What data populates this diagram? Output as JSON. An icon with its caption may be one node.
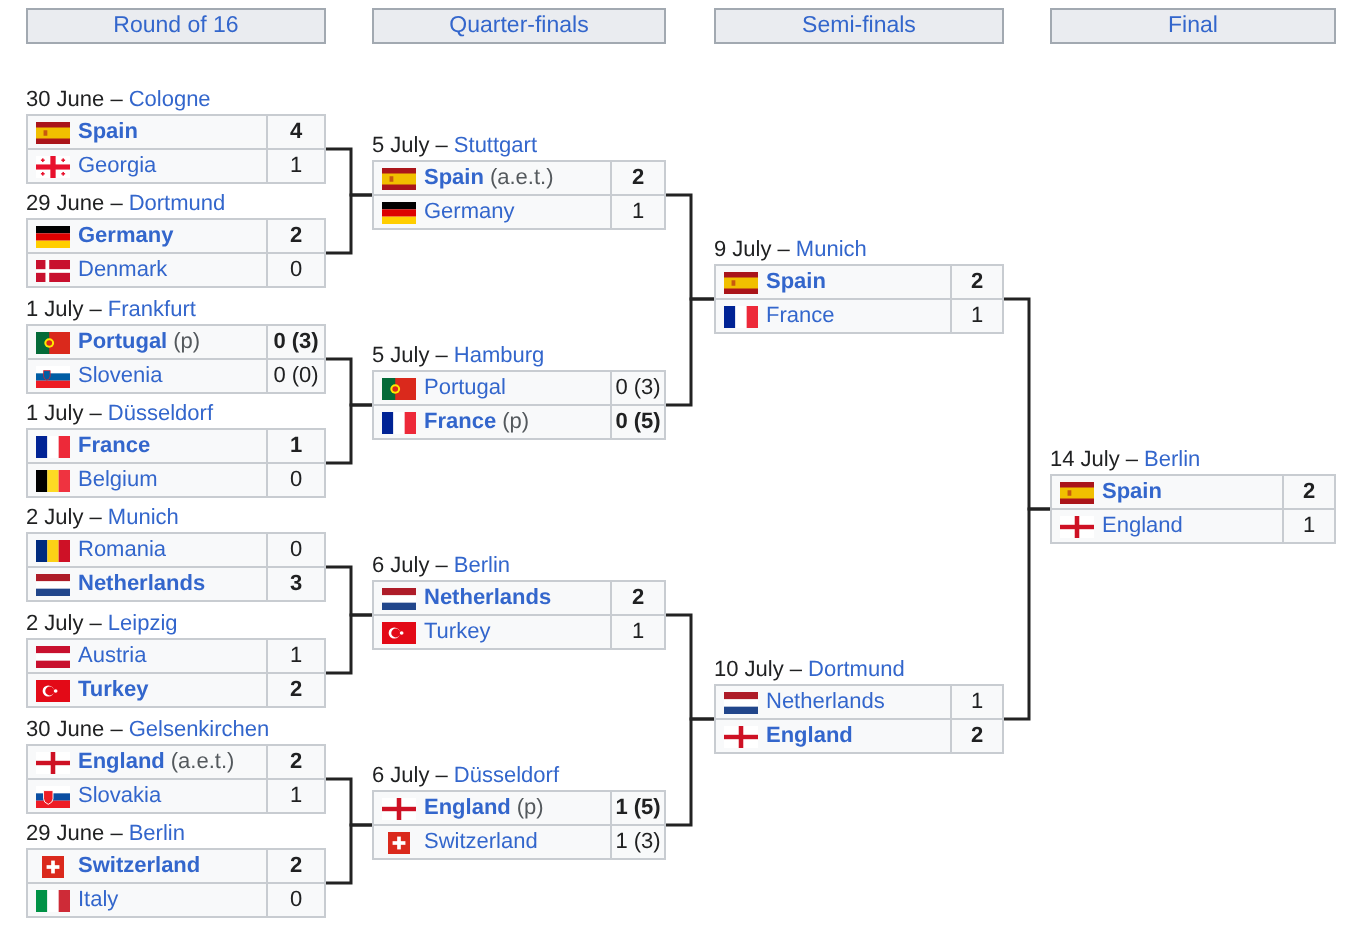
{
  "diagram": {
    "nodes": [
      {
        "text": [
          "Round of 16"
        ]
      },
      {
        "text": [
          "Quarter-finals"
        ]
      },
      {
        "text": [
          "Semi-finals"
        ]
      },
      {
        "text": [
          "Final"
        ]
      },
      {
        "text": [
          "30 June –",
          "Cologne"
        ]
      },
      {
        "text": [
          "Spain",
          "4"
        ],
        "in": 4
      },
      {
        "text": [
          "Georgia",
          "1"
        ],
        "in": 4
      },
      {
        "text": [
          "29 June –",
          "Dortmund"
        ]
      },
      {
        "text": [
          "Germany",
          "2"
        ],
        "in": 7
      },
      {
        "text": [
          "Denmark",
          "0"
        ],
        "in": 7
      },
      {
        "text": [
          "1 July –",
          "Frankfurt"
        ]
      },
      {
        "text": [
          "Portugal",
          "(p)",
          "0 (3)"
        ],
        "in": 10
      },
      {
        "text": [
          "Slovenia",
          "0 (0)"
        ],
        "in": 10
      },
      {
        "text": [
          "1 July –",
          "Düsseldorf"
        ]
      },
      {
        "text": [
          "France",
          "1"
        ],
        "in": 13
      },
      {
        "text": [
          "Belgium",
          "0"
        ],
        "in": 13
      },
      {
        "text": [
          "2 July –",
          "Munich"
        ]
      },
      {
        "text": [
          "Romania",
          "0"
        ],
        "in": 16
      },
      {
        "text": [
          "Netherlands",
          "3"
        ],
        "in": 16
      },
      {
        "text": [
          "2 July –",
          "Leipzig"
        ]
      },
      {
        "text": [
          "Austria",
          "1"
        ],
        "in": 19
      },
      {
        "text": [
          "Turkey",
          "2"
        ],
        "in": 19
      },
      {
        "text": [
          "30 June –",
          "Gelsenkirchen"
        ]
      },
      {
        "text": [
          "England",
          "(a.e.t.)",
          "2"
        ],
        "in": 22
      },
      {
        "text": [
          "Slovakia",
          "1"
        ],
        "in": 22
      },
      {
        "text": [
          "29 June –",
          "Berlin"
        ]
      },
      {
        "text": [
          "Switzerland",
          "2"
        ],
        "in": 25
      },
      {
        "text": [
          "Italy",
          "0"
        ],
        "in": 25
      },
      {
        "text": [
          "5 July –",
          "Stuttgart"
        ]
      },
      {
        "text": [
          "Spain",
          "(a.e.t.)",
          "2"
        ],
        "in": 28
      },
      {
        "text": [
          "Germany",
          "1"
        ],
        "in": 28
      },
      {
        "text": [
          "5 July –",
          "Hamburg"
        ]
      },
      {
        "text": [
          "Portugal",
          "0 (3)"
        ],
        "in": 31
      },
      {
        "text": [
          "France",
          "(p)",
          "0 (5)"
        ],
        "in": 31
      },
      {
        "text": [
          "6 July –",
          "Berlin"
        ]
      },
      {
        "text": [
          "Netherlands",
          "2"
        ],
        "in": 34
      },
      {
        "text": [
          "Turkey",
          "1"
        ],
        "in": 34
      },
      {
        "text": [
          "6 July –",
          "Düsseldorf"
        ]
      },
      {
        "text": [
          "England",
          "(p)",
          "1 (5)"
        ],
        "in": 37
      },
      {
        "text": [
          "Switzerland",
          "1 (3)"
        ],
        "in": 37
      },
      {
        "text": [
          "9 July –",
          "Munich"
        ]
      },
      {
        "text": [
          "Spain",
          "2"
        ],
        "in": 40
      },
      {
        "text": [
          "France",
          "1"
        ],
        "in": 40
      },
      {
        "text": [
          "10 July –",
          "Dortmund"
        ]
      },
      {
        "text": [
          "Netherlands",
          "1"
        ],
        "in": 43
      },
      {
        "text": [
          "England",
          "2"
        ],
        "in": 43
      },
      {
        "text": [
          "14 July –",
          "Berlin"
        ]
      },
      {
        "text": [
          "Spain",
          "2"
        ],
        "in": 46
      },
      {
        "text": [
          "England",
          "1"
        ],
        "in": 46
      }
    ],
    "edges": [
      {
        "from": 4,
        "to": 28,
        "arrow": "none"
      },
      {
        "from": 7,
        "to": 28,
        "arrow": "none"
      },
      {
        "from": 10,
        "to": 31,
        "arrow": "none"
      },
      {
        "from": 13,
        "to": 31,
        "arrow": "none"
      },
      {
        "from": 16,
        "to": 34,
        "arrow": "none"
      },
      {
        "from": 19,
        "to": 34,
        "arrow": "none"
      },
      {
        "from": 22,
        "to": 37,
        "arrow": "none"
      },
      {
        "from": 25,
        "to": 37,
        "arrow": "none"
      },
      {
        "from": 28,
        "to": 40,
        "arrow": "none"
      },
      {
        "from": 31,
        "to": 40,
        "arrow": "none"
      },
      {
        "from": 34,
        "to": 43,
        "arrow": "none"
      },
      {
        "from": 37,
        "to": 43,
        "arrow": "none"
      },
      {
        "from": 40,
        "to": 46,
        "arrow": "none"
      },
      {
        "from": 43,
        "to": 46,
        "arrow": "none"
      }
    ]
  }
}
